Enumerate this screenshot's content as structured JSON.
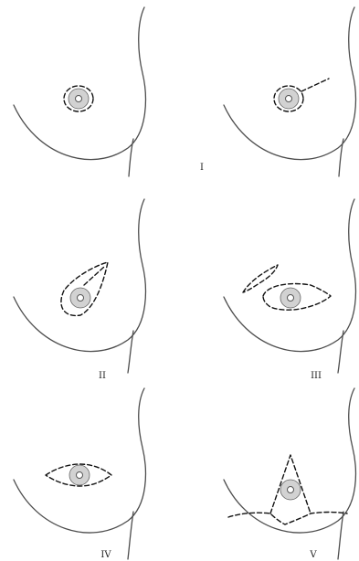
{
  "panels": [
    {
      "label": "I",
      "incision": "periareolar"
    },
    {
      "label": "",
      "incision": "periareolar-lateral-extension"
    },
    {
      "label": "II",
      "incision": "periareolar-axillary-ellipse"
    },
    {
      "label": "III",
      "incision": "periareolar-ellipse-separate-axillary"
    },
    {
      "label": "IV",
      "incision": "transverse-ellipse"
    },
    {
      "label": "V",
      "incision": "inverted-t-vertical-inframammary"
    }
  ]
}
